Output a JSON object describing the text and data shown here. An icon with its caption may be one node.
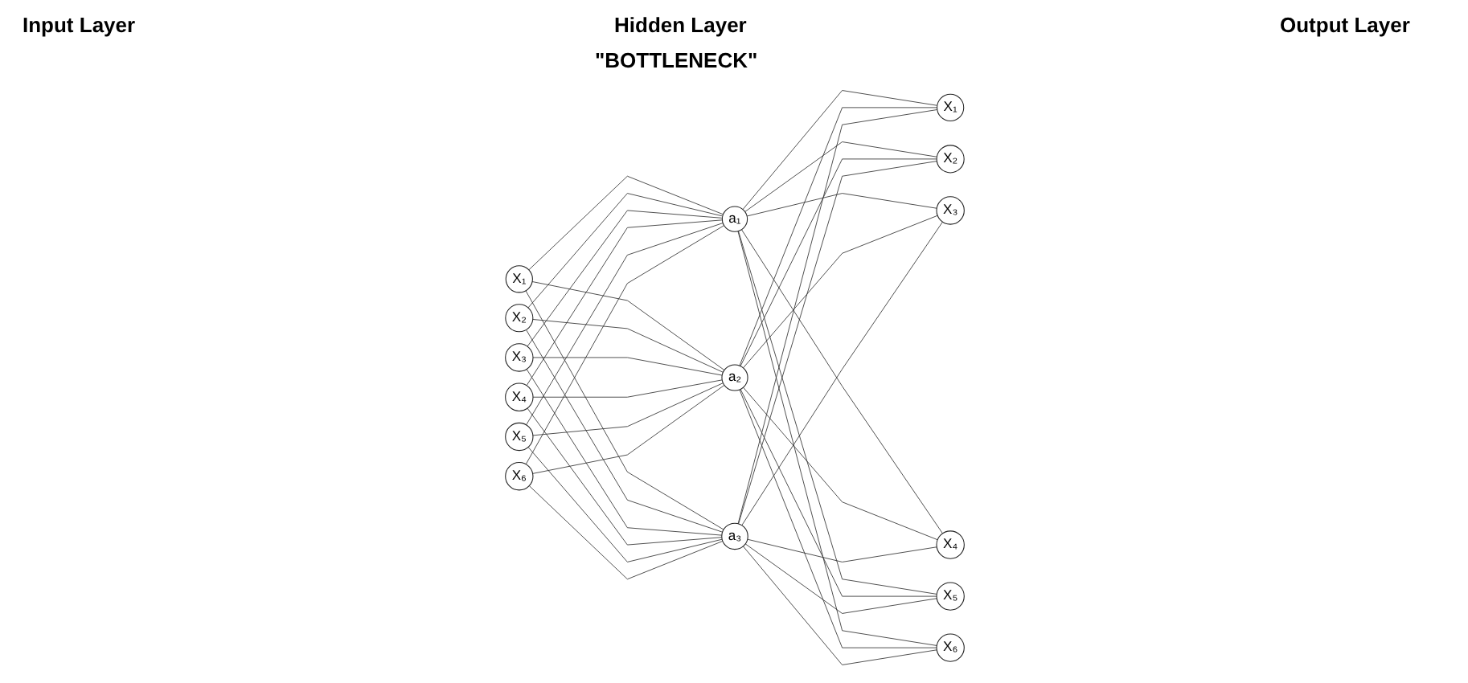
{
  "diagram": {
    "nodes": [
      {
        "text": [
          "X₁"
        ]
      },
      {
        "text": [
          "X₂"
        ]
      },
      {
        "text": [
          "X₃"
        ]
      },
      {
        "text": [
          "X₄"
        ]
      },
      {
        "text": [
          "X₅"
        ]
      },
      {
        "text": [
          "X₆"
        ]
      },
      {
        "text": [
          "a₁"
        ]
      },
      {
        "text": [
          "a₂"
        ]
      },
      {
        "text": [
          "a₃"
        ]
      },
      {
        "text": [
          "X₁"
        ]
      },
      {
        "text": [
          "X₂"
        ]
      },
      {
        "text": [
          "X₃"
        ]
      },
      {
        "text": [
          "X₄"
        ]
      },
      {
        "text": [
          "X₅"
        ]
      },
      {
        "text": [
          "X₆"
        ]
      }
    ],
    "edges": [
      {
        "from": 0,
        "to": 6,
        "arrow": "none"
      },
      {
        "from": 0,
        "to": 7,
        "arrow": "none"
      },
      {
        "from": 0,
        "to": 8,
        "arrow": "none"
      },
      {
        "from": 1,
        "to": 6,
        "arrow": "none"
      },
      {
        "from": 1,
        "to": 7,
        "arrow": "none"
      },
      {
        "from": 1,
        "to": 8,
        "arrow": "none"
      },
      {
        "from": 2,
        "to": 6,
        "arrow": "none"
      },
      {
        "from": 2,
        "to": 7,
        "arrow": "none"
      },
      {
        "from": 2,
        "to": 8,
        "arrow": "none"
      },
      {
        "from": 3,
        "to": 6,
        "arrow": "none"
      },
      {
        "from": 3,
        "to": 7,
        "arrow": "none"
      },
      {
        "from": 3,
        "to": 8,
        "arrow": "none"
      },
      {
        "from": 4,
        "to": 6,
        "arrow": "none"
      },
      {
        "from": 4,
        "to": 7,
        "arrow": "none"
      },
      {
        "from": 4,
        "to": 8,
        "arrow": "none"
      },
      {
        "from": 5,
        "to": 6,
        "arrow": "none"
      },
      {
        "from": 5,
        "to": 7,
        "arrow": "none"
      },
      {
        "from": 5,
        "to": 8,
        "arrow": "none"
      },
      {
        "from": 6,
        "to": 9,
        "arrow": "none"
      },
      {
        "from": 6,
        "to": 10,
        "arrow": "none"
      },
      {
        "from": 6,
        "to": 11,
        "arrow": "none"
      },
      {
        "from": 6,
        "to": 12,
        "arrow": "none"
      },
      {
        "from": 6,
        "to": 13,
        "arrow": "none"
      },
      {
        "from": 6,
        "to": 14,
        "arrow": "none"
      },
      {
        "from": 7,
        "to": 9,
        "arrow": "none"
      },
      {
        "from": 7,
        "to": 10,
        "arrow": "none"
      },
      {
        "from": 7,
        "to": 11,
        "arrow": "none"
      },
      {
        "from": 7,
        "to": 12,
        "arrow": "none"
      },
      {
        "from": 7,
        "to": 13,
        "arrow": "none"
      },
      {
        "from": 7,
        "to": 14,
        "arrow": "none"
      },
      {
        "from": 8,
        "to": 9,
        "arrow": "none"
      },
      {
        "from": 8,
        "to": 10,
        "arrow": "none"
      },
      {
        "from": 8,
        "to": 11,
        "arrow": "none"
      },
      {
        "from": 8,
        "to": 12,
        "arrow": "none"
      },
      {
        "from": 8,
        "to": 13,
        "arrow": "none"
      },
      {
        "from": 8,
        "to": 14,
        "arrow": "none"
      }
    ],
    "labels": [
      "Input Layer",
      "Hidden Layer",
      "Output Layer",
      "\"BOTTLENECK\""
    ]
  }
}
